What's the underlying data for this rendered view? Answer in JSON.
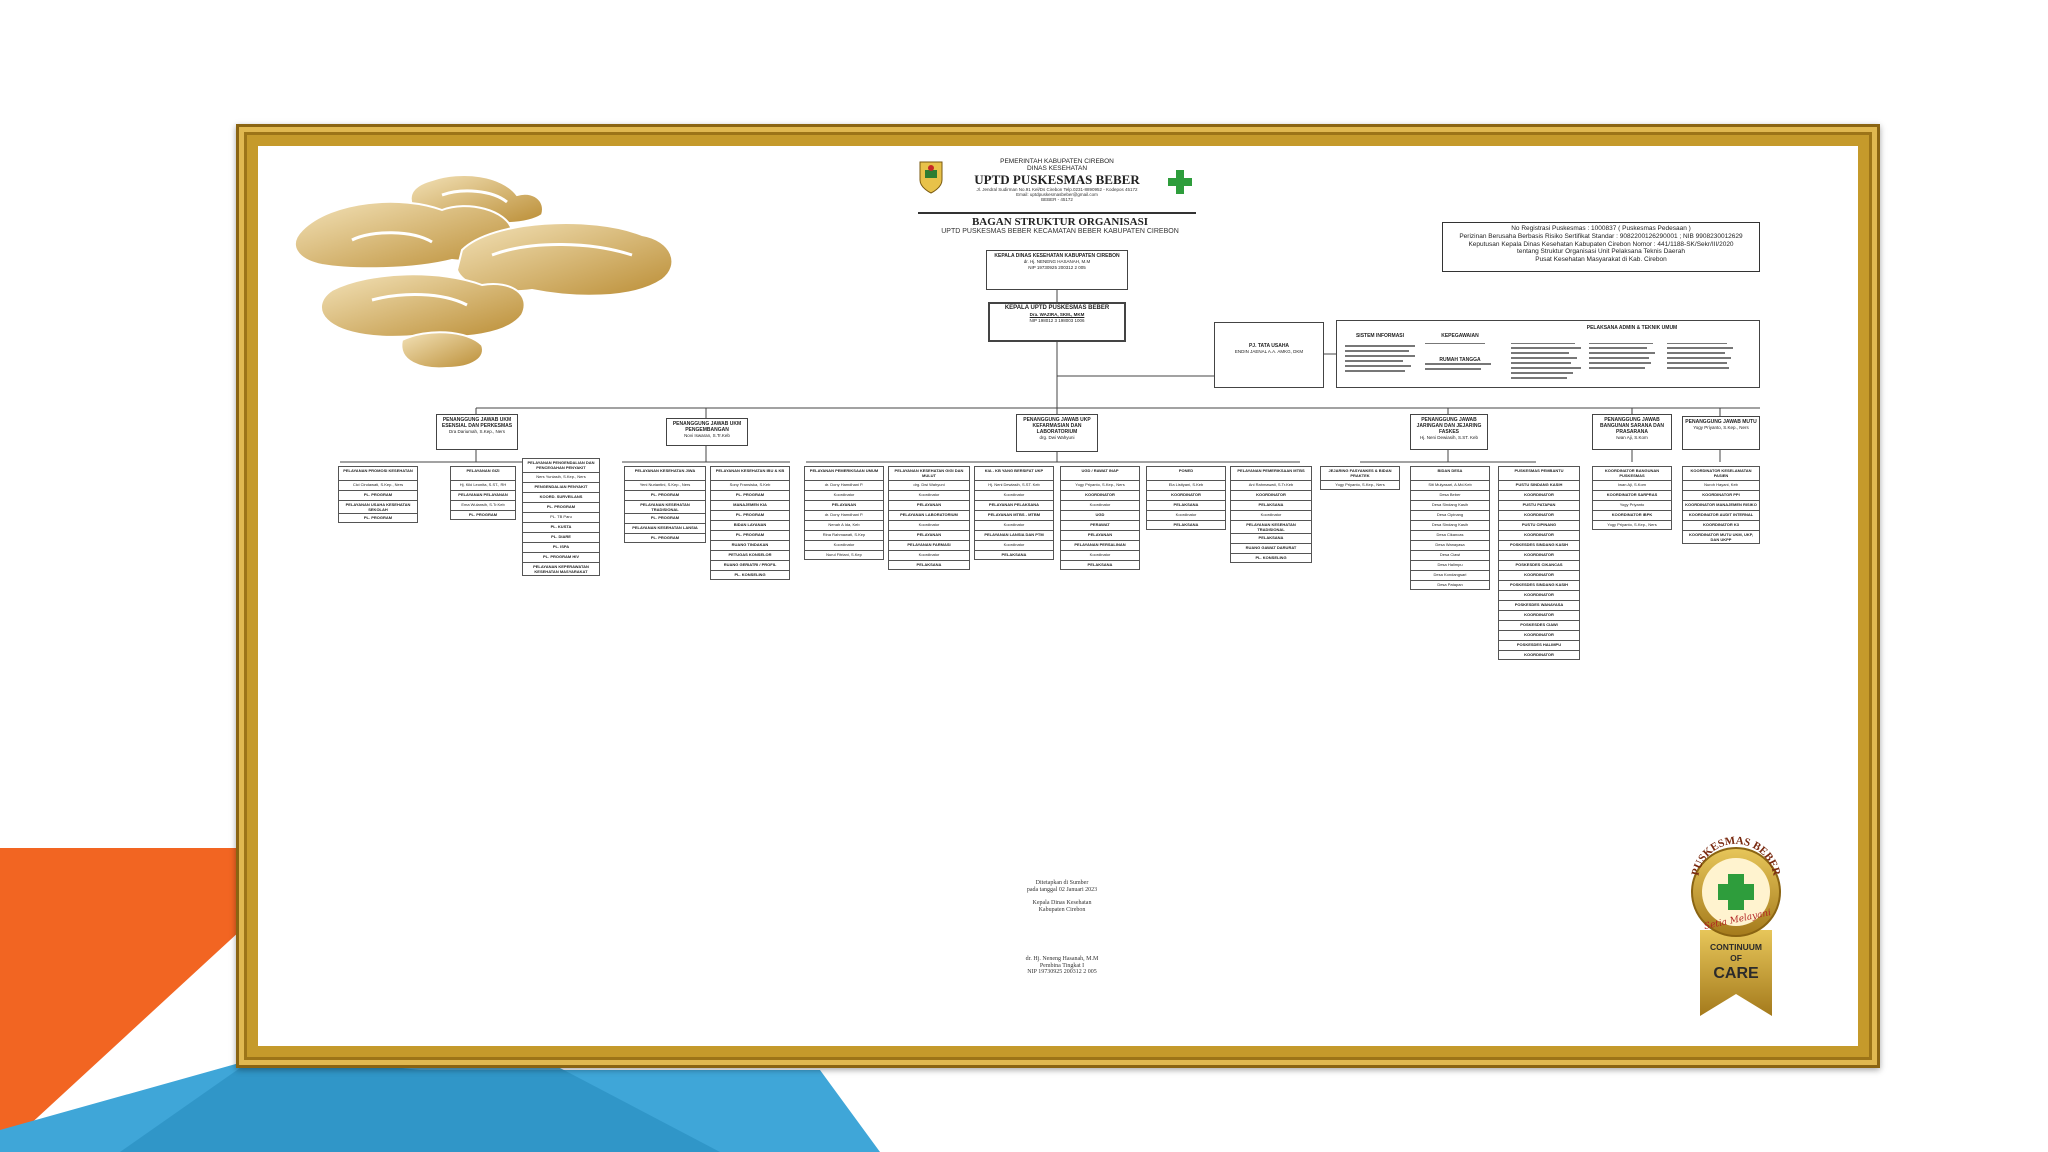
{
  "colors": {
    "orange": "#f26522",
    "blue": "#3fa6d8",
    "gold": "#c59a2b",
    "cloud": "#c9a04a"
  },
  "kop": {
    "line1": "PEMERINTAH KABUPATEN CIREBON",
    "line2": "DINAS KESEHATAN",
    "line3": "UPTD PUSKESMAS BEBER",
    "address": "Jl. Jendral Sudirman No.91 Kel/Ds Cirebon Telp.0231-8890952 - Kodepos 45172",
    "email": "Email: uptdpuskesmasbeber@gmail.com",
    "code": "BEBER - 45172"
  },
  "title": {
    "main": "BAGAN STRUKTUR ORGANISASI",
    "sub": "UPTD PUSKESMAS BEBER KECAMATAN BEBER KABUPATEN CIREBON"
  },
  "registration": [
    "No Registrasi Puskesmas : 1000837 ( Puskesmas Pedesaan )",
    "Perizinan Berusaha Berbasis Risiko Sertifikat Standar : 9082200126290001 ; NIB 9908230012629",
    "Keputusan Kepala Dinas Kesehatan Kabupaten Cirebon Nomor : 441/1188-SK/Sekr/III/2020",
    "tentang Struktur Organisasi Unit Pelaksana Teknis Daerah",
    "Pusat Kesehatan Masyarakat di Kab. Cirebon"
  ],
  "kadis": {
    "label": "KEPALA DINAS KESEHATAN KABUPATEN CIREBON",
    "name": "dr. Hj. NENENG HASANAH, M.M",
    "nip": "NIP 19730925 200312 2 005"
  },
  "kapus": {
    "label": "KEPALA UPTD PUSKESMAS BEBER",
    "name": "Dra. WAZIRA, SKM., MKM",
    "nip": "NIP 198012 3 198003 1006"
  },
  "tu": {
    "label": "PJ. TATA USAHA",
    "name": "ENDIN JAENAL A.A. AMKG, DKM"
  },
  "tu_units": {
    "sistem_info": "SISTEM INFORMASI",
    "kepegawaian": "KEPEGAWAIAN",
    "rumah_tangga": "RUMAH TANGGA",
    "pelaksana": "PELAKSANA ADMIN & TEKNIK UMUM"
  },
  "pj_heads": [
    {
      "label": "PENANGGUNG JAWAB UKM ESENSIAL DAN PERKESMAS",
      "name": "Dra Dariumah, S.Kep., Ners"
    },
    {
      "label": "PENANGGUNG JAWAB UKM PENGEMBANGAN",
      "name": "Novi Iswaran, S.Tr.Keb"
    },
    {
      "label": "PENANGGUNG JAWAB UKP KEFARMASIAN DAN LABORATORIUM",
      "name": "drg. Dwi Wahyuni"
    },
    {
      "label": "PENANGGUNG JAWAB JARINGAN DAN JEJARING FASKES",
      "name": "Hj. Neni Dewiasih, S.ST. Keb"
    },
    {
      "label": "PENANGGUNG JAWAB BANGUNAN SARANA DAN PRASARANA",
      "name": "Iwan Aji, S.Kom"
    },
    {
      "label": "PENANGGUNG JAWAB MUTU",
      "name": "Yogy Priyanto, S.Kep., Ners"
    }
  ],
  "columns": [
    [
      "PELAYANAN PROMOSI KESEHATAN",
      "Cici Cindawati, S.Kep., Ners",
      "PL. PROGRAM",
      "PELAYANAN USAHA KESEHATAN SEKOLAH",
      "PL. PROGRAM"
    ],
    [
      "PELAYANAN GIZI",
      "Hj. Kiki Leonita, S.ST., RH",
      "PELAYANAN PELAYANAN",
      "Ema Wulansih, S.Tr.Keb",
      "PL. PROGRAM"
    ],
    [
      "PELAYANAN PENGENDALIAN DAN PENCEGAHAN PENYAKIT",
      "Ners Yuniasih, S.Kep., Ners",
      "PENGENDALIAN PENYAKIT",
      "KOORD. SURVEILANS",
      "PL. PROGRAM",
      "PL. TB Paru",
      "PL. KUSTA",
      "PL. DIARE",
      "PL. ISPA",
      "PL. PROGRAM HIV",
      "PELAYANAN KEPERAWATAN KESEHATAN MASYARAKAT"
    ],
    [
      "PELAYANAN KESEHATAN JIWA",
      "Yeni Nuriantini, S.Kep., Ners",
      "PL. PROGRAM",
      "PELAYANAN KESEHATAN TRADISIONAL",
      "PL. PROGRAM",
      "PELAYANAN KESEHATAN LANSIA",
      "PL. PROGRAM"
    ],
    [
      "PELAYANAN KESEHATAN IBU & KB",
      "Sony Fransiska, S.Keb",
      "PL. PROGRAM",
      "MANAJEMEN KIA",
      "PL. PROGRAM",
      "BIDAN LAYANAN",
      "PL. PROGRAM",
      "RUANG TINDAKAN",
      "PETUGAS KONSELOR",
      "RUANG GERIATRI / PROFIL",
      "PL. KONSELING"
    ],
    [
      "PELAYANAN PEMERIKSAAN UMUM",
      "dr. Dony Hamdhani P.",
      "Koordinator",
      "PELAYANAN",
      "dr. Dony Hamdhani P.",
      "Nenah A Ida, Keb",
      "Rina Rahmawati, S.Kep",
      "Koordinator",
      "Nurul Fitriani, S.Kep"
    ],
    [
      "PELAYANAN KESEHATAN GIGI DAN MULUT",
      "drg. Dwi Wahyuni",
      "Koordinator",
      "PELAYANAN",
      "PELAYANAN LABORATORIUM",
      "Koordinator",
      "PELAYANAN",
      "PELAYANAN FARMASI",
      "Koordinator",
      "PELAKSANA"
    ],
    [
      "KIA - KB YANG BERSIFAT UKP",
      "Hj. Neni Dewiasih, S.ST. Keb",
      "Koordinator",
      "PELAYANAN PELAKSANA",
      "PELAYANAN MTBS - MTBM",
      "Koordinator",
      "PELAYANAN LANSIA DAN PTM",
      "Koordinator",
      "PELAKSANA"
    ],
    [
      "UGD / RAWAT INAP",
      "Yogy Priyanto, S.Kep., Ners",
      "KOORDINATOR",
      "Koordinator",
      "UGD",
      "PERAWAT",
      "PELAYANAN",
      "PELAYANAN PERSALINAN",
      "Koordinator",
      "PELAKSANA"
    ],
    [
      "PONED",
      "Ela Listiyani, S.Keb",
      "KOORDINATOR",
      "PELAKSANA",
      "Koordinator",
      "PELAKSANA"
    ],
    [
      "PELAYANAN PEMERIKSAAN MTBS",
      "Ani Rahmawati, S.Tr.Keb",
      "KOORDINATOR",
      "PELAKSANA",
      "Koordinator",
      "PELAYANAN KESEHATAN TRADISIONAL",
      "PELAKSANA",
      "RUANG GAWAT DARURAT",
      "PL. KONSELING"
    ],
    [
      "JEJARING FASYANKES & BIDAN PRAKTEK",
      "Yogy Priyanto, S.Kep., Ners"
    ],
    [
      "BIDAN DESA",
      "Siti Mulyasari, A.Md.Keb",
      "Desa Beber",
      "Desa Sindang Kasih",
      "Desa Cipinang",
      "Desa Sindang Kasih",
      "Desa Cikancas",
      "Desa Wanayasa",
      "Desa Ciawi",
      "Desa Halimpu",
      "Desa Kondangsari",
      "Desa Patapan"
    ],
    [
      "PUSKESMAS PEMBANTU",
      "PUSTU SINDANG KASIH",
      "KOORDINATOR",
      "PUSTU PATAPAN",
      "KOORDINATOR",
      "PUSTU CIPINANG",
      "KOORDINATOR",
      "POSKESDES SINDANG KASIH",
      "KOORDINATOR",
      "POSKESDES CIKANCAS",
      "KOORDINATOR",
      "POSKESDES SINDANG KASIH",
      "KOORDINATOR",
      "POSKESDES WANAYASA",
      "KOORDINATOR",
      "POSKESDES CIAWI",
      "KOORDINATOR",
      "POSKESDES HALIMPU",
      "KOORDINATOR"
    ],
    [
      "KOORDINATOR BANGUNAN PUSKESMAS",
      "Iwan Aji, S.Kom",
      "KOORDINATOR SARPRAS",
      "Yogy Priyanto",
      "KOORDINATOR IBPK",
      "Yogy Priyanto, S.Kep., Ners"
    ],
    [
      "KOORDINATOR KESELAMATAN PASIEN",
      "Nuroh Hayani, Keb",
      "KOORDINATOR PPI",
      "KOORDINATOR MANAJEMEN RISIKO",
      "KOORDINATOR AUDIT INTERNAL",
      "KOORDINATOR K3",
      "KOORDINATOR MUTU UKM, UKP, DAN UKPP"
    ]
  ],
  "signature": {
    "place": "Ditetapkan di Sumber",
    "date": "pada tanggal 02 Januari 2023",
    "title": "Kepala Dinas Kesehatan",
    "region": "Kabupaten Cirebon",
    "name": "dr. Hj. Neneng Hasanah, M.M",
    "rank": "Pembina Tingkat I",
    "nip": "NIP 19730925 200312 2 005"
  },
  "badge": {
    "arc": "PUSKESMAS BEBER",
    "script": "Setia Melayani",
    "l1": "CONTINUUM",
    "l2": "OF",
    "l3": "CARE"
  }
}
